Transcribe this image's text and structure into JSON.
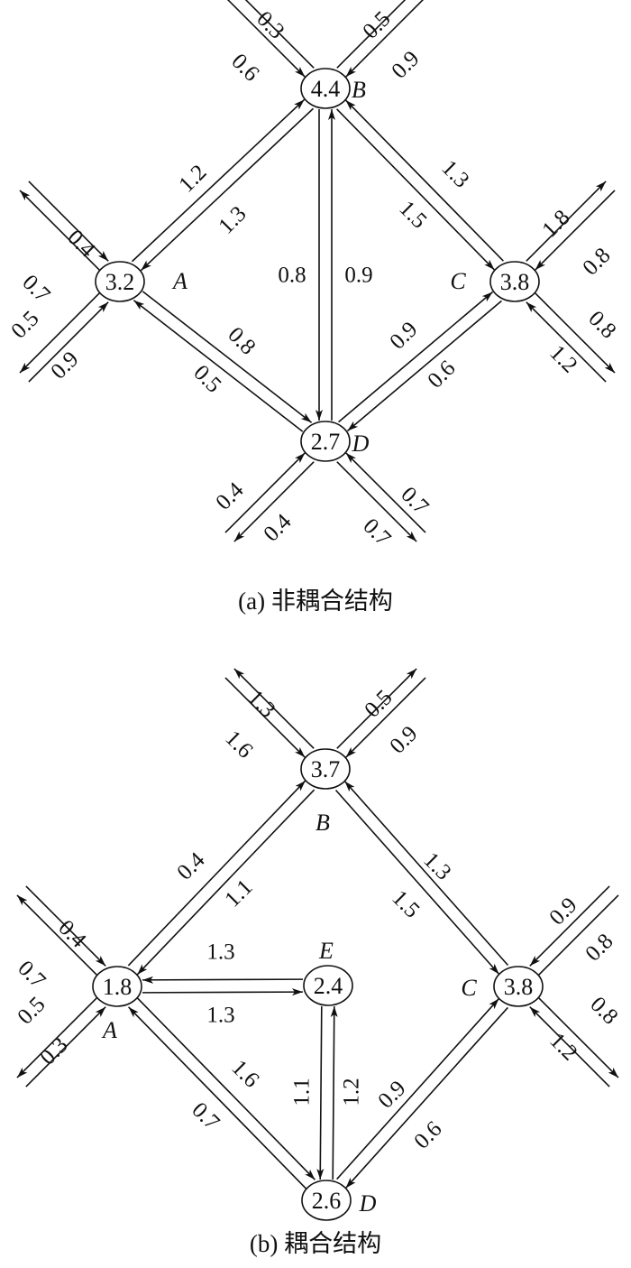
{
  "diagrams": [
    {
      "caption": "(a) 非耦合结构",
      "nodes": {
        "A": {
          "letter": "A",
          "value": "3.2"
        },
        "B": {
          "letter": "B",
          "value": "4.4"
        },
        "C": {
          "letter": "C",
          "value": "3.8"
        },
        "D": {
          "letter": "D",
          "value": "2.7"
        }
      },
      "flows": [
        "0.3",
        "0.6",
        "0.5",
        "0.9",
        "1.2",
        "1.3",
        "0.8",
        "0.9",
        "1.3",
        "1.5",
        "0.4",
        "0.7",
        "0.5",
        "0.9",
        "0.8",
        "0.5",
        "0.9",
        "0.6",
        "1.8",
        "0.8",
        "0.8",
        "1.2",
        "0.4",
        "0.4",
        "0.7",
        "0.7"
      ]
    },
    {
      "caption": "(b) 耦合结构",
      "nodes": {
        "A": {
          "letter": "A",
          "value": "1.8"
        },
        "B": {
          "letter": "B",
          "value": "3.7"
        },
        "C": {
          "letter": "C",
          "value": "3.8"
        },
        "D": {
          "letter": "D",
          "value": "2.6"
        },
        "E": {
          "letter": "E",
          "value": "2.4"
        }
      },
      "flows": [
        "1.3",
        "1.6",
        "0.5",
        "0.9",
        "0.4",
        "1.1",
        "1.3",
        "1.5",
        "0.4",
        "0.7",
        "0.5",
        "0.3",
        "1.3",
        "1.3",
        "1.1",
        "1.2",
        "1.6",
        "0.7",
        "0.9",
        "0.6",
        "0.9",
        "0.8",
        "0.8",
        "1.2"
      ]
    }
  ]
}
